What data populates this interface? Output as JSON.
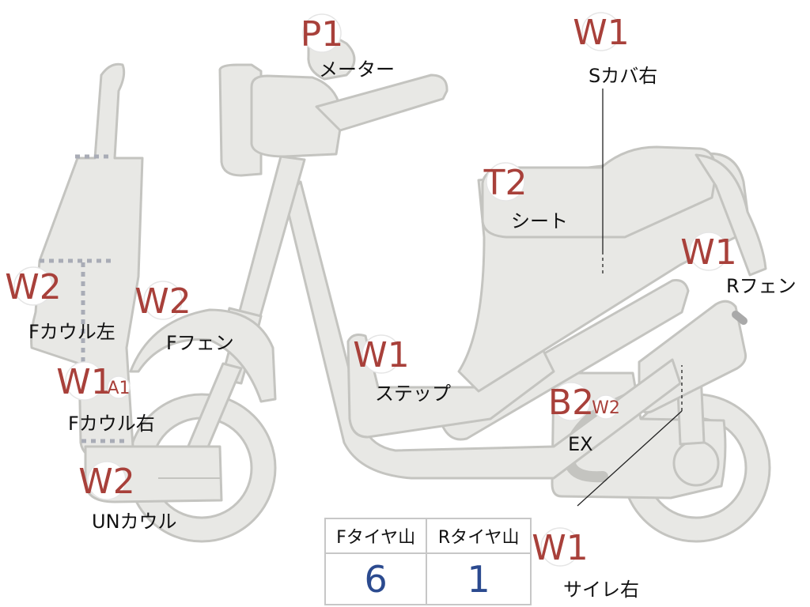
{
  "markers": {
    "meter": {
      "code": "P1",
      "label": "メーター"
    },
    "side_cover_r": {
      "code": "W1",
      "label": "Sカバ右"
    },
    "seat": {
      "code": "T2",
      "label": "シート"
    },
    "rear_fender": {
      "code": "W1",
      "label": "Rフェン"
    },
    "front_cowl_l": {
      "code": "W2",
      "label": "Fカウル左"
    },
    "front_fender": {
      "code": "W2",
      "label": "Fフェン"
    },
    "front_cowl_r": {
      "code": "W1",
      "extra_code": "A1",
      "label": "Fカウル右"
    },
    "step": {
      "code": "W1",
      "label": "ステップ"
    },
    "exhaust": {
      "code": "B2",
      "extra_code": "W2",
      "label": "EX"
    },
    "under_cowl": {
      "code": "W2",
      "label": "UNカウル"
    },
    "muffler_r": {
      "code": "W1",
      "label": "サイレ右"
    }
  },
  "tire_table": {
    "headers": [
      "Fタイヤ山",
      "Rタイヤ山"
    ],
    "values": [
      "6",
      "1"
    ]
  },
  "colors": {
    "body": "#e8e8e5",
    "outline": "#c4c4c0",
    "code": "#a8403a",
    "tire_value": "#2b4a8f"
  }
}
